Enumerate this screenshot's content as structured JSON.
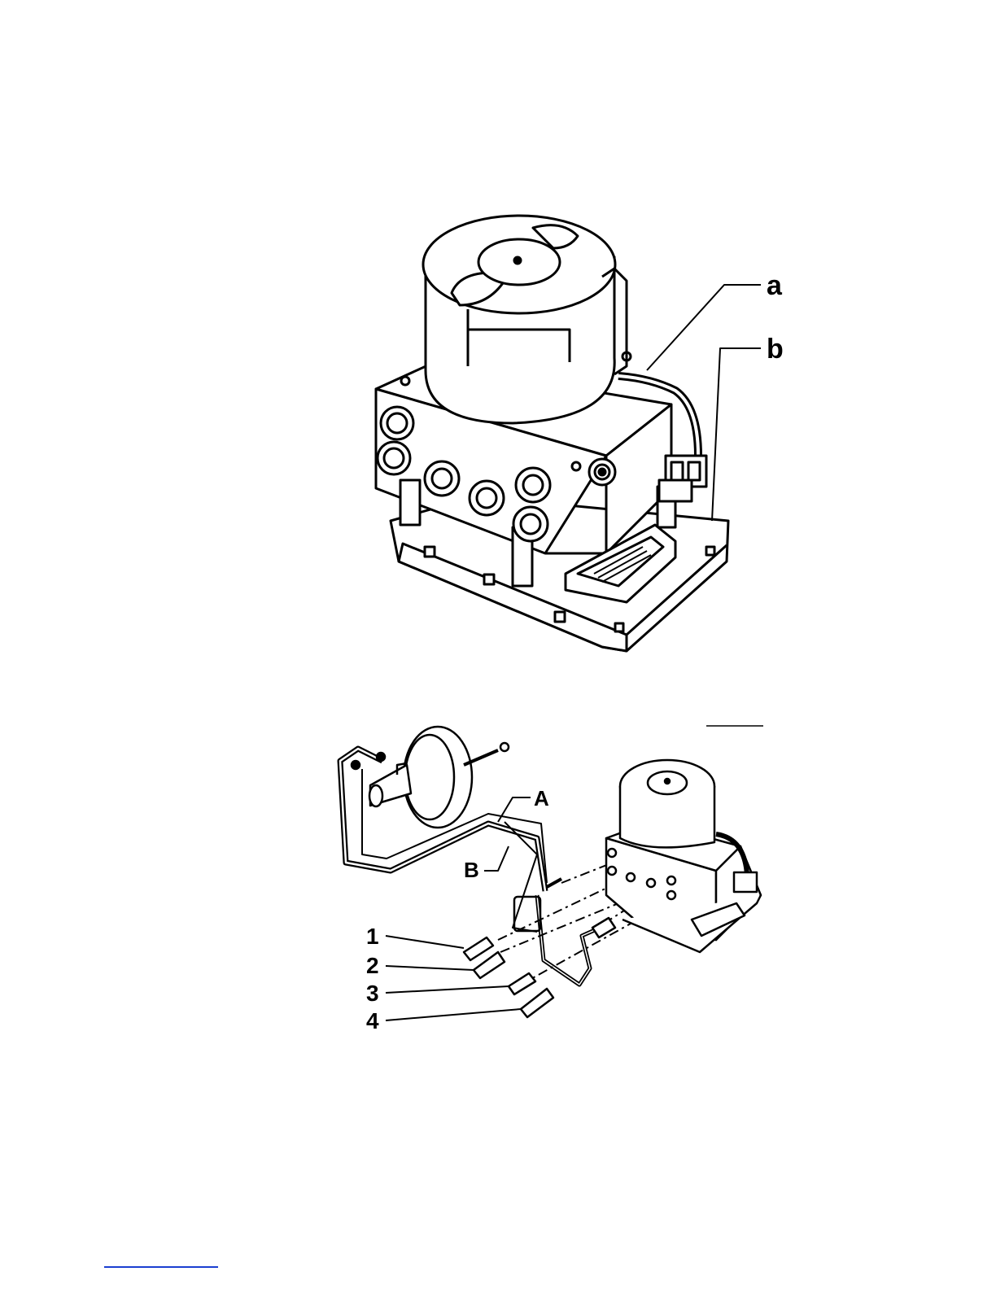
{
  "figure_top": {
    "labels": {
      "a": "a",
      "b": "b"
    }
  },
  "figure_bottom": {
    "labels": {
      "A": "A",
      "B": "B",
      "n1": "1",
      "n2": "2",
      "n3": "3",
      "n4": "4"
    }
  },
  "footer": {
    "rule_color": "#1a3fd1"
  }
}
